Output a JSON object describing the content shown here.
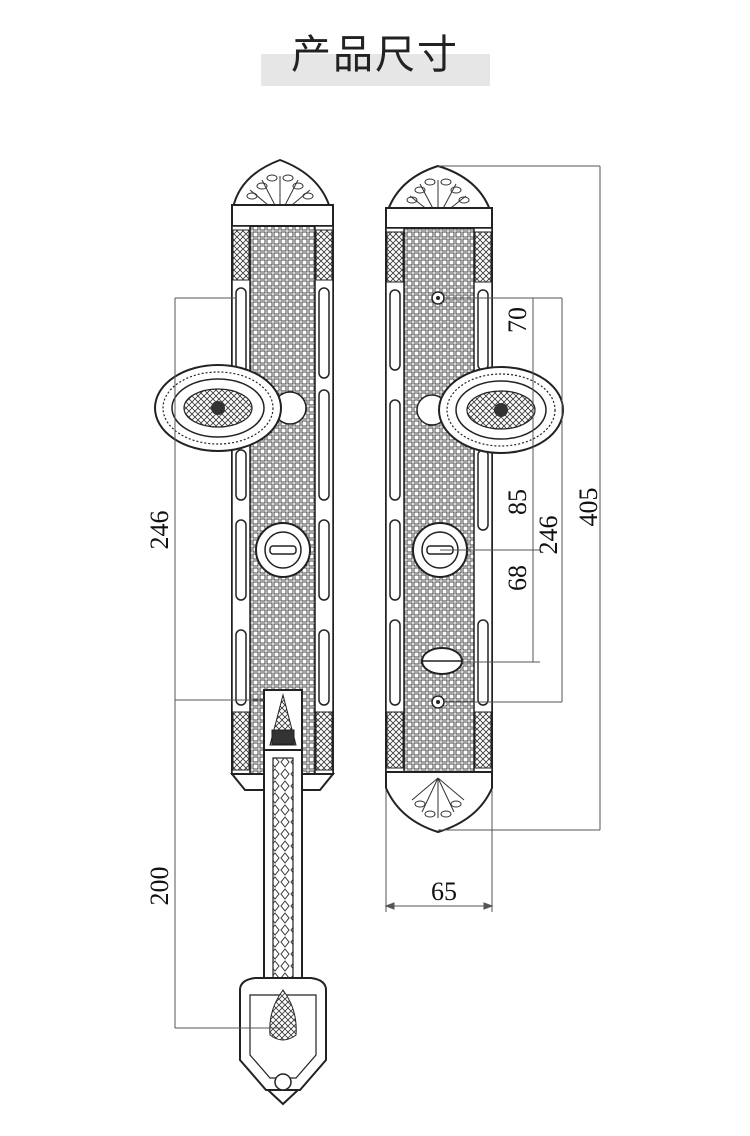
{
  "header": {
    "title": "产品尺寸"
  },
  "dimensions": {
    "left_backplate_height": "246",
    "left_handle_length": "200",
    "right_top_to_knob": "70",
    "right_knob_to_lock": "85",
    "right_lock_to_turn": "68",
    "right_span": "246",
    "total_height": "405",
    "width": "65"
  },
  "colors": {
    "line": "#222222",
    "dim_line": "#555555",
    "background": "#ffffff",
    "title_band": "#e6e6e6"
  }
}
